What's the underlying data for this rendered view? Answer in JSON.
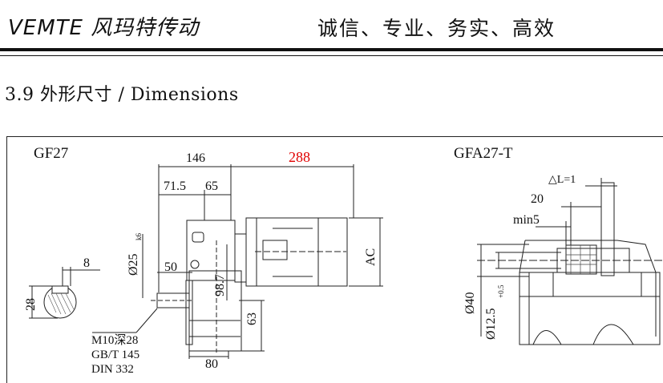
{
  "header": {
    "brand": "VEMTE 风玛特传动",
    "slogan": "诚信、专业、务实、高效"
  },
  "section": {
    "title": "3.9 外形尺寸 / Dimensions"
  },
  "drawing_left": {
    "model": "GF27",
    "dims": {
      "d146": "146",
      "d288": "288",
      "d71_5": "71.5",
      "d65": "65",
      "d25": "Ø25",
      "d25_tol": "k6",
      "d50": "50",
      "d98_7": "98.7",
      "d63": "63",
      "d80": "80",
      "dAC": "AC",
      "d8": "8",
      "d28": "28"
    },
    "notes": [
      "M10深28",
      "GB/T 145",
      "DIN 332"
    ]
  },
  "drawing_right": {
    "model": "GFA27-T",
    "dims": {
      "dL": "△L=1",
      "d20": "20",
      "dmin5": "min5",
      "d40": "Ø40",
      "d12_5": "Ø12.5",
      "d12_5_tol": "+0.5"
    }
  }
}
